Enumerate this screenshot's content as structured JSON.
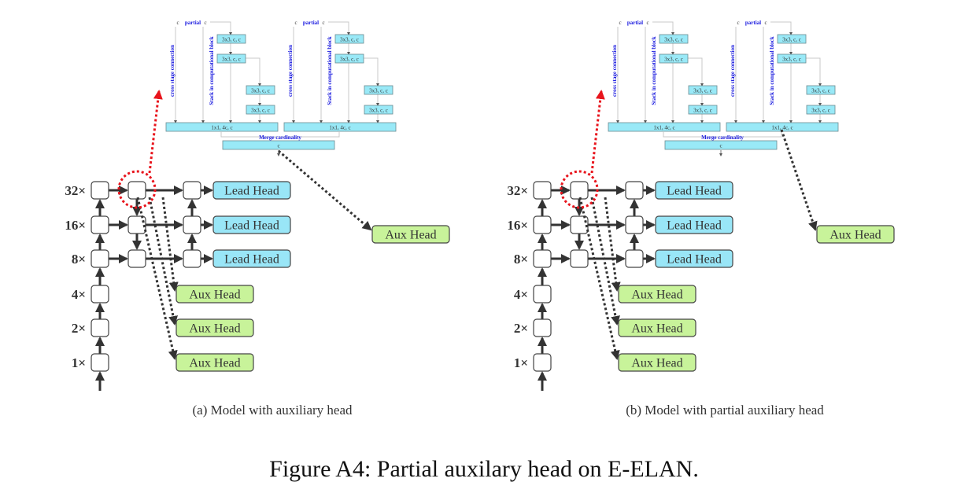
{
  "colors": {
    "lead_head_fill": "#99e6f7",
    "aux_head_fill": "#c8f39a",
    "block_fill": "#99e9f7",
    "blue_text": "#1a1adf",
    "highlight_red": "#e8141c",
    "arrow_dark": "#333333",
    "connector_gray": "#c8c8c8"
  },
  "panels": [
    {
      "id": "a",
      "caption": "(a) Model with auxiliary head",
      "scales": [
        "32×",
        "16×",
        "8×",
        "4×",
        "2×",
        "1×"
      ],
      "lead_heads": [
        "Lead Head",
        "Lead Head",
        "Lead Head"
      ],
      "aux_heads": [
        "Aux Head",
        "Aux Head",
        "Aux Head",
        "Aux Head"
      ],
      "elan": {
        "partial_label": "partial",
        "c_label": "c",
        "cross_stage_label": "cross stage connection",
        "stack_label": "Stack in computational block",
        "conv_label": "3x3, c, c",
        "transition_label": "1x1, 4c, c",
        "merge_label": "Merge cardinality",
        "output_label": "c"
      }
    },
    {
      "id": "b",
      "caption": "(b) Model with partial auxiliary head",
      "scales": [
        "32×",
        "16×",
        "8×",
        "4×",
        "2×",
        "1×"
      ],
      "lead_heads": [
        "Lead Head",
        "Lead Head",
        "Lead Head"
      ],
      "aux_heads": [
        "Aux Head",
        "Aux Head",
        "Aux Head",
        "Aux Head"
      ],
      "elan": {
        "partial_label": "partial",
        "c_label": "c",
        "cross_stage_label": "cross stage connection",
        "stack_label": "Stack in computational block",
        "conv_label": "3x3, c, c",
        "transition_label": "1x1, 4c, c",
        "merge_label": "Merge cardinality",
        "output_label": "c"
      }
    }
  ],
  "figure_caption": "Figure A4: Partial auxilary head on E-ELAN."
}
